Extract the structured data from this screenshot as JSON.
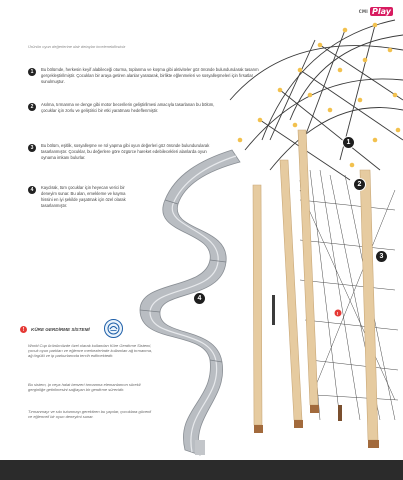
{
  "logo": {
    "part_a": "CMI",
    "part_b": "Play"
  },
  "intro_text": "Ürünün oyun değerlerine dair detaylar incelenebilirsiniz",
  "items": [
    {
      "number": "1",
      "text": "Bu bölümde, herkesin keyif alabileceği oturma, toplanma ve koşma gibi aktiviteler göz önünde bulundurularak tasarım gerçekleştirilmiştir. Çocukları bir araya getiren alanlar yaratarak, birlikte eğlenmeleri ve sosyalleşmeleri için fırsatlar sunulmuştur."
    },
    {
      "number": "2",
      "text": "Asılma, tırmanma ve denge gibi motor becerilerin geliştirilmesi amacıyla tasarlanan bu bölüm, çocuklar için zorlu ve geliştirici bir etki yaratması hedeflenmiştir."
    },
    {
      "number": "3",
      "text": "Bu bölüm, eşitlik, sosyalleşme ve rol yapma gibi oyun değerleri göz önünde bulundurularak tasarlanmıştır. Çocuklar, bu değerlere göre özgürce hareket edebilecekleri alanlarda oyun oynama imkanı bulurlar."
    },
    {
      "number": "4",
      "text": "Kaydırak, tüm çocuklar için heyecan verici bir deneyim sunar. Bu alan, emekleme ve kayma hissini en iyi şekilde yaşatmak için özel olarak tasarlanmıştır."
    }
  ],
  "warning": {
    "badge": "!",
    "title": "KÜRE GERDİRME SİSTEMİ"
  },
  "paragraphs": [
    "World Cup ürünümüzde özel olarak kullanılan Küre Gerdirme Sistemi, çocuk oyun parkları ve eğlence merkezlerinde kullanılan ağ tırmanma, ağ örgülü ve ip parkurlarında tercih edilmektedir.",
    "Bu sistem, ip veya halat benzeri tırmanma elemanlarının sürekli gerginliğe getirilmesini sağlayan bir gerdirme sürecidir.",
    "Tırmanmayı ve sıkı tutunmayı gerektiren bu yapılar, çocuklara güvenli ve eğlenceli bir oyun deneyimi sunar."
  ],
  "callouts": [
    "1",
    "2",
    "3",
    "4"
  ],
  "colors": {
    "accent_red": "#e53935",
    "brand_pink": "#d81b60",
    "badge_dark": "#1e1e1e",
    "wood": "#e6cba0",
    "rope": "#3b3b3b",
    "ball": "#f2c14e",
    "steel": "#b9bdc2"
  }
}
